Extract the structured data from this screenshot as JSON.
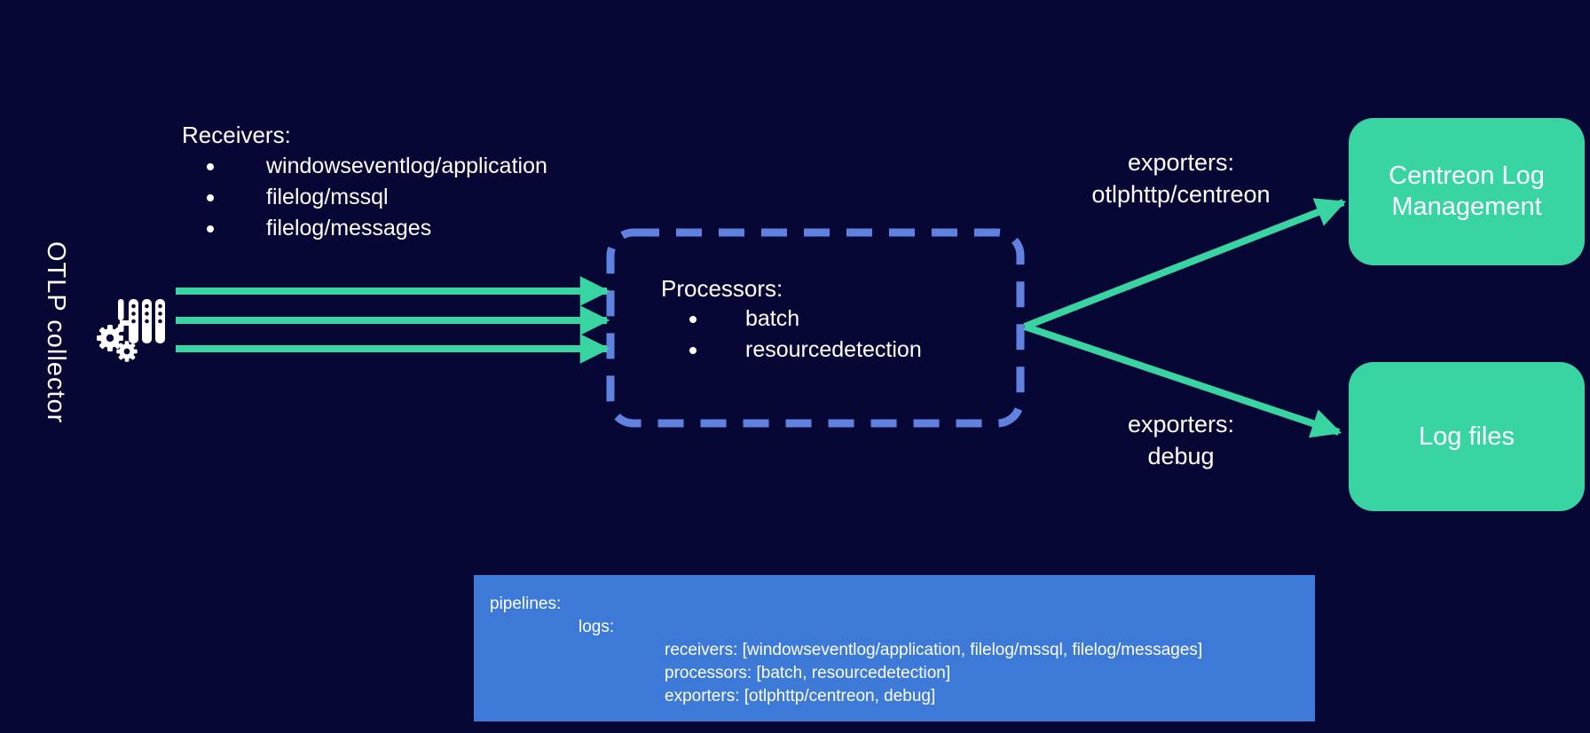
{
  "collector": {
    "label": "OTLP collector"
  },
  "receivers": {
    "title": "Receivers:",
    "items": [
      "windowseventlog/application",
      "filelog/mssql",
      "filelog/messages"
    ]
  },
  "processors": {
    "title": "Processors:",
    "items": [
      "batch",
      "resourcedetection"
    ]
  },
  "exporters": [
    {
      "line1": "exporters:",
      "line2": "otlphttp/centreon"
    },
    {
      "line1": "exporters:",
      "line2": "debug"
    }
  ],
  "destinations": [
    {
      "label": "Centreon Log Management"
    },
    {
      "label": "Log files"
    }
  ],
  "code_block": {
    "lines": [
      "pipelines:",
      "logs:",
      "receivers: [windowseventlog/application, filelog/mssql, filelog/messages]",
      "processors: [batch, resourcedetection]",
      "exporters: [otlphttp/centreon, debug]"
    ]
  },
  "colors": {
    "background": "#070735",
    "green": "#38d5a3",
    "dashed_border": "#6181e0",
    "code_box": "#3d7ad8",
    "text": "#ffffff"
  }
}
